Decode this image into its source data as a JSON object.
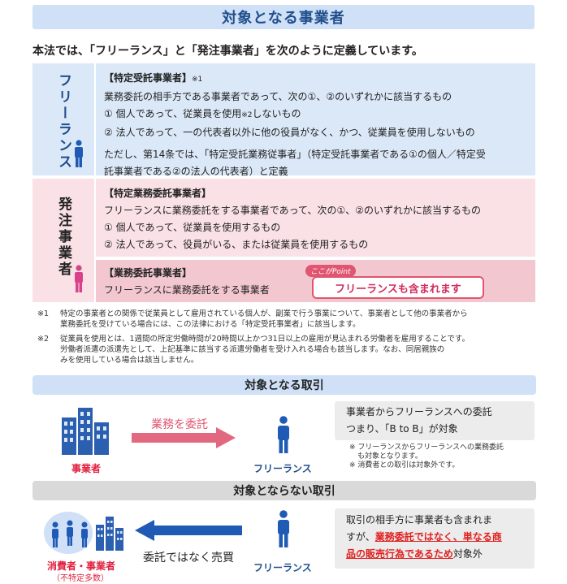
{
  "title": "対象となる事業者",
  "intro": "本法では、「フリーランス」と「発注事業者」を次のように定義しています。",
  "freelance": {
    "side_label": "フリーランス",
    "heading": "【特定受託事業者】",
    "heading_note": "※1",
    "line1": "業務委託の相手方である事業者であって、次の①、②のいずれかに該当するもの",
    "item1_a": "① 個人であって、従業員を使用",
    "item1_note": "※2",
    "item1_b": "しないもの",
    "item2": "② 法人であって、一の代表者以外に他の役員がなく、かつ、従業員を使用しないもの",
    "extra1": "ただし、第14条では、「特定受託業務従事者」（特定受託事業者である①の個人／特定受",
    "extra2": "託事業者である②の法人の代表者）と定義"
  },
  "orderer": {
    "side_label": "発注事業者",
    "heading": "【特定業務委託事業者】",
    "line1": "フリーランスに業務委託をする事業者であって、次の①、②のいずれかに該当するもの",
    "item1": "① 個人であって、従業員を使用するもの",
    "item2": "② 法人であって、役員がいる、または従業員を使用するもの",
    "heading2": "【業務委託事業者】",
    "line2": "フリーランスに業務委託をする事業者",
    "point_tag": "ここがPoint",
    "point_text": "フリーランスも含まれます"
  },
  "notes": [
    {
      "mark": "※1",
      "lines": [
        "特定の事業者との関係で従業員として雇用されている個人が、副業で行う事業について、事業者として他の事業者から",
        "業務委託を受けている場合には、この法律における「特定受託事業者」に該当します。"
      ]
    },
    {
      "mark": "※2",
      "lines": [
        "従業員を使用とは、1週間の所定労働時間が20時間以上かつ31日以上の雇用が見込まれる労働者を雇用することです。",
        "労働者派遣の派遣先として、上記基準に該当する派遣労働者を受け入れる場合も該当します。なお、同居親族の",
        "みを使用している場合は該当しません。"
      ]
    }
  ],
  "target": {
    "title": "対象となる取引",
    "left_label": "事業者",
    "arrow_label": "業務を委託",
    "right_label": "フリーランス",
    "box_line1": "事業者からフリーランスへの委託",
    "box_line2": "つまり、「B to B」が対象",
    "note1a": "※ フリーランスからフリーランスへの業務委託",
    "note1b": "も対象となります。",
    "note2": "※ 消費者との取引は対象外です。"
  },
  "nontarget": {
    "title": "対象とならない取引",
    "left_label": "消費者・事業者",
    "left_sub": "（不特定多数）",
    "arrow_label": "委託ではなく売買",
    "right_label": "フリーランス",
    "box_line1": "取引の相手方に事業者も含まれま",
    "box_line2a": "すが、",
    "box_line2b": "業務委託ではなく、単なる商",
    "box_line3a": "品の販売行為であるため",
    "box_line3b": "対象外"
  },
  "colors": {
    "accent_blue": "#1f5bb5",
    "freelance_bg": "#dbe8f8",
    "orderer_bg": "#f9e1e6",
    "pink": "#e05570",
    "red_arrow": "#e2687f"
  }
}
